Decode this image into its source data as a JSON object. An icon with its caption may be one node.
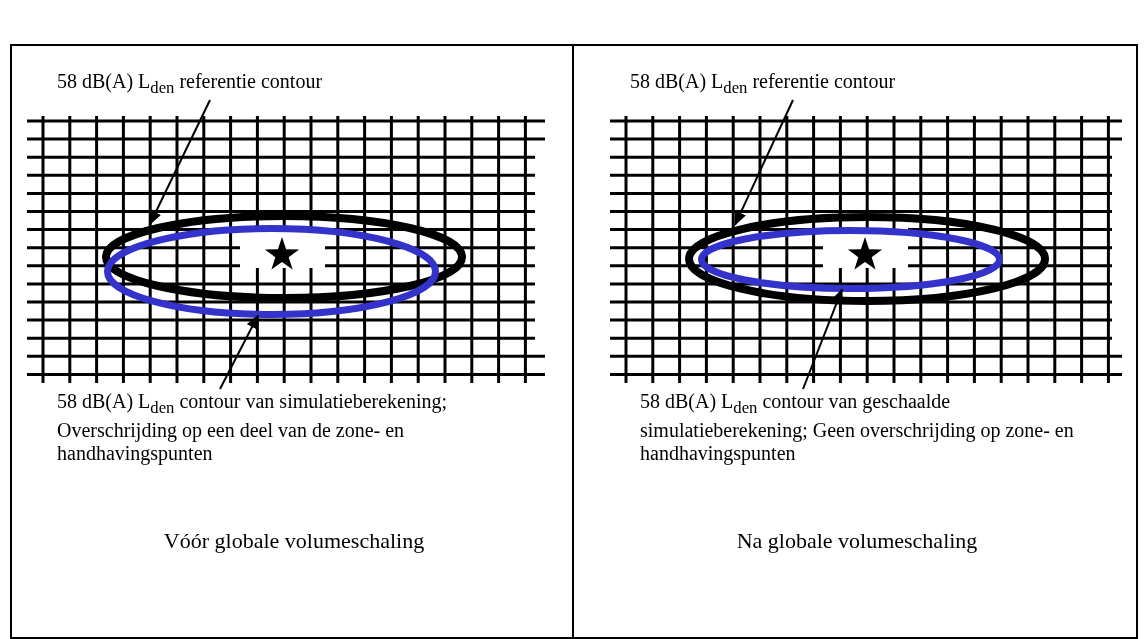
{
  "diagram": {
    "nodes": [
      {
        "text": [
          "Vóór globale volumeschaling"
        ]
      },
      {
        "text": [
          "58 dB(A) L$_{den}$ referentie contour"
        ],
        "in": 0
      },
      {
        "text": [],
        "shape": "ellipse",
        "in": 0
      },
      {
        "text": [],
        "shape": "ellipse",
        "in": 0
      },
      {
        "text": [
          "58 dB(A) L$_{den}$ contour van simulatieberekening; Overschrijding op een deel van de zone- en handhavingspunten"
        ],
        "in": 0
      },
      {
        "text": [
          "Na globale volumeschaling"
        ]
      },
      {
        "text": [
          "58 dB(A) L$_{den}$ referentie contour"
        ],
        "in": 5
      },
      {
        "text": [],
        "shape": "ellipse",
        "in": 5
      },
      {
        "text": [],
        "shape": "ellipse",
        "in": 7
      },
      {
        "text": [
          "58 dB(A) L$_{den}$ contour van geschaalde simulatieberekening; Geen overschrijding op zone- en handhavingspunten"
        ],
        "in": 5
      }
    ],
    "edges": [
      {
        "from": 1,
        "to": 2,
        "arrow": "to"
      },
      {
        "from": 4,
        "to": 3,
        "arrow": "to"
      },
      {
        "from": 6,
        "to": 7,
        "arrow": "to"
      },
      {
        "from": 9,
        "to": 8,
        "arrow": "to"
      }
    ]
  }
}
